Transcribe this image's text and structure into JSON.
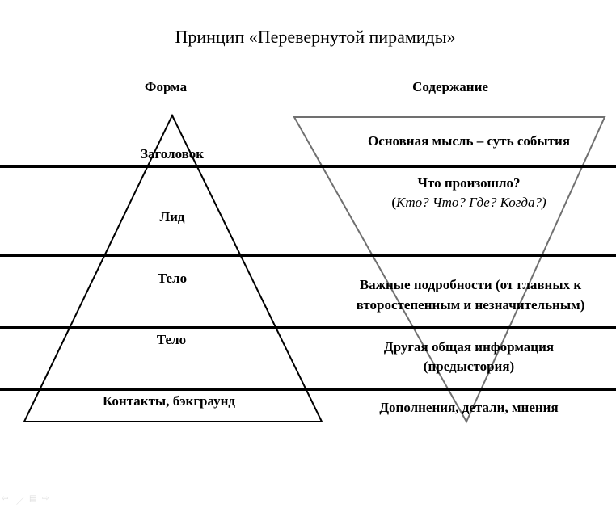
{
  "title": "Принцип «Перевернутой пирамиды»",
  "headers": {
    "form": "Форма",
    "content": "Содержание"
  },
  "form_labels": [
    "Заголовок",
    "Лид",
    "Тело",
    "Тело",
    "Контакты, бэкграунд"
  ],
  "content": {
    "main_idea": "Основная мысль – суть события",
    "what_happened": "Что произошло?",
    "questions_open": "(",
    "questions": "Кто? Что? Где? Когда?)",
    "details_1": "Важные подробности (от главных к",
    "details_2": "второстепенным и незначительным)",
    "other_1": "Другая общая информация",
    "other_2": "(предыстория)",
    "additions": "Дополнения, детали, мнения"
  },
  "colors": {
    "lines": "#000000",
    "inverted_triangle": "#707070"
  }
}
